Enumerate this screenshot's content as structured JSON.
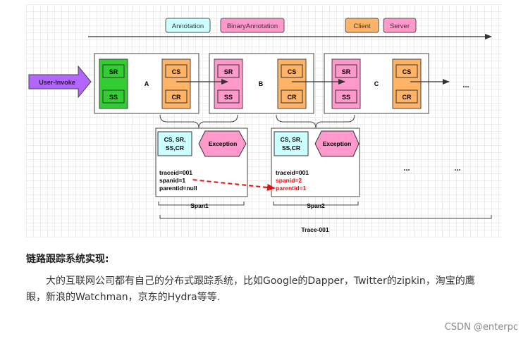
{
  "legend": {
    "annotation": "Annotation",
    "binary_annotation": "BinaryAnnotation",
    "client": "Client",
    "server": "Server"
  },
  "colors": {
    "green": "#33cc33",
    "orange": "#ffb366",
    "pink": "#ff99cc",
    "cyan": "#ccffff",
    "purple": "#b266ff",
    "red": "#e01010"
  },
  "user_invoke": "User-Invoke",
  "services": [
    {
      "name": "A",
      "left": [
        "SR",
        "SS"
      ],
      "right": [
        "CS",
        "CR"
      ]
    },
    {
      "name": "B",
      "left": [
        "SR",
        "SS"
      ],
      "right": [
        "CS",
        "CR"
      ]
    },
    {
      "name": "C",
      "left": [
        "SR",
        "SS"
      ],
      "right": [
        "CS",
        "CR"
      ]
    }
  ],
  "ellipsis": "...",
  "spans": [
    {
      "label": "Span1",
      "annotation_lines": [
        "CS, SR,",
        "SS,CR"
      ],
      "exception": "Exception",
      "traceid": "traceid=001",
      "spanid": "spanid=1",
      "parentid": "parentid=null"
    },
    {
      "label": "Span2",
      "annotation_lines": [
        "CS, SR,",
        "SS,CR"
      ],
      "exception": "Exception",
      "traceid": "traceid=001",
      "spanid": "spanid=2",
      "parentid": "parentid=1"
    }
  ],
  "trace_label": "Trace-001",
  "heading": "链路跟踪系统实现:",
  "paragraph": "大的互联网公司都有自己的分布式跟踪系统，比如Google的Dapper，Twitter的zipkin，淘宝的鹰眼，新浪的Watchman，京东的Hydra等等.",
  "watermark": "CSDN @enterpc"
}
